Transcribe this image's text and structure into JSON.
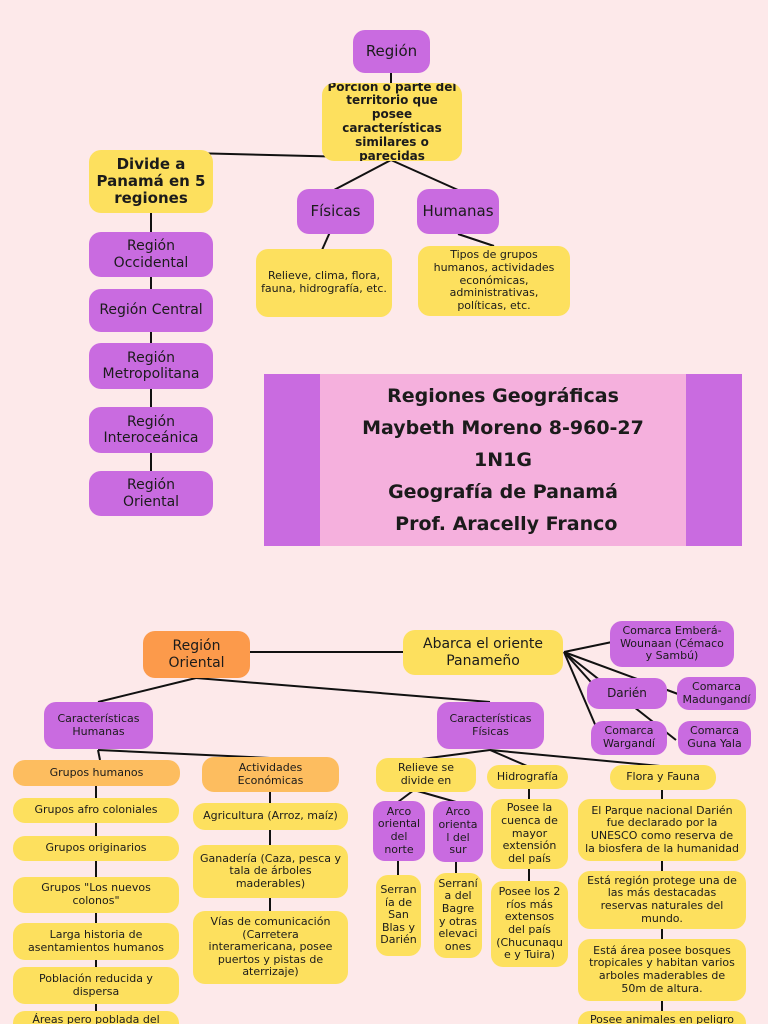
{
  "top": {
    "region_title": "Región",
    "definition": "Porción o parte del\nterritorio que posee\ncaracterísticas\nsimilares o\nparecidas",
    "divide": "Divide a\nPanamá en 5\nregiones",
    "regions": [
      "Región\nOccidental",
      "Región Central",
      "Región\nMetropolitana",
      "Región\nInteroceánica",
      "Región\nOriental"
    ],
    "fisicas": "Físicas",
    "humanas": "Humanas",
    "fisicas_desc": "Relieve, clima, flora,\nfauna, hidrografía, etc.",
    "humanas_desc": "Tipos de grupos\nhumanos, actividades\neconómicas,\nadministrativas,\npolíticas, etc."
  },
  "banner": {
    "lines": [
      "Regiones Geográficas",
      "Maybeth Moreno 8-960-27",
      "1N1G",
      "Geografía de Panamá",
      " Prof. Aracelly Franco"
    ]
  },
  "oriental": {
    "title": "Región\nOriental",
    "abarca": "Abarca el oriente\nPanameño",
    "comarca_embera": "Comarca Emberá-\nWounaan (Cémaco\ny Sambú)",
    "darien": "Darién",
    "comarca_madungandi": "Comarca\nMadungandí",
    "comarca_wargandi": "Comarca\nWargandí",
    "comarca_guna_yala": "Comarca\nGuna Yala",
    "car_humanas": "Características\nHumanas",
    "car_fisicas": "Características\nFísicas",
    "grupos_humanos": "Grupos humanos",
    "grupos_list": [
      "Grupos afro coloniales",
      "Grupos originarios",
      "Grupos \"Los nuevos\ncolonos\"",
      "Larga historia de\nasentamientos humanos",
      "Población reducida y\ndispersa",
      "Áreas pero poblada del"
    ],
    "actividades": "Actividades\nEconómicas",
    "actividades_list": [
      "Agricultura (Arroz, maíz)",
      "Ganadería (Caza, pesca y\ntala de árboles\nmaderables)",
      "Vías de comunicación\n(Carretera\ninteramericana, posee\npuertos y pistas de\naterrizaje)"
    ],
    "relieve": "Relieve se\ndivide en",
    "arco_norte": "Arco\noriental\ndel\nnorte",
    "arco_sur": "Arco\norienta\nl del\nsur",
    "serrania_san_blas": "Serran\nía de\nSan\nBlas y\nDarién",
    "serrania_bagre": "Serraní\na del\nBagre\ny otras\nelevaci\nones",
    "hidrografia": "Hidrografía",
    "hidro_list": [
      "Posee la\ncuenca de\nmayor\nextensión\ndel país",
      "Posee los 2\nríos más\nextensos\ndel país\n(Chucunaqu\ne y Tuira)"
    ],
    "flora_fauna": "Flora y Fauna",
    "flora_list": [
      "El Parque nacional Darién\nfue declarado por la\nUNESCO como reserva de\nla biosfera de la humanidad",
      "Está región protege una de\nlas más destacadas\nreservas naturales del\nmundo.",
      "Está área posee bosques\ntropicales y habitan varios\narboles maderables de\n50m de altura.",
      "Posee animales en peligro"
    ]
  }
}
